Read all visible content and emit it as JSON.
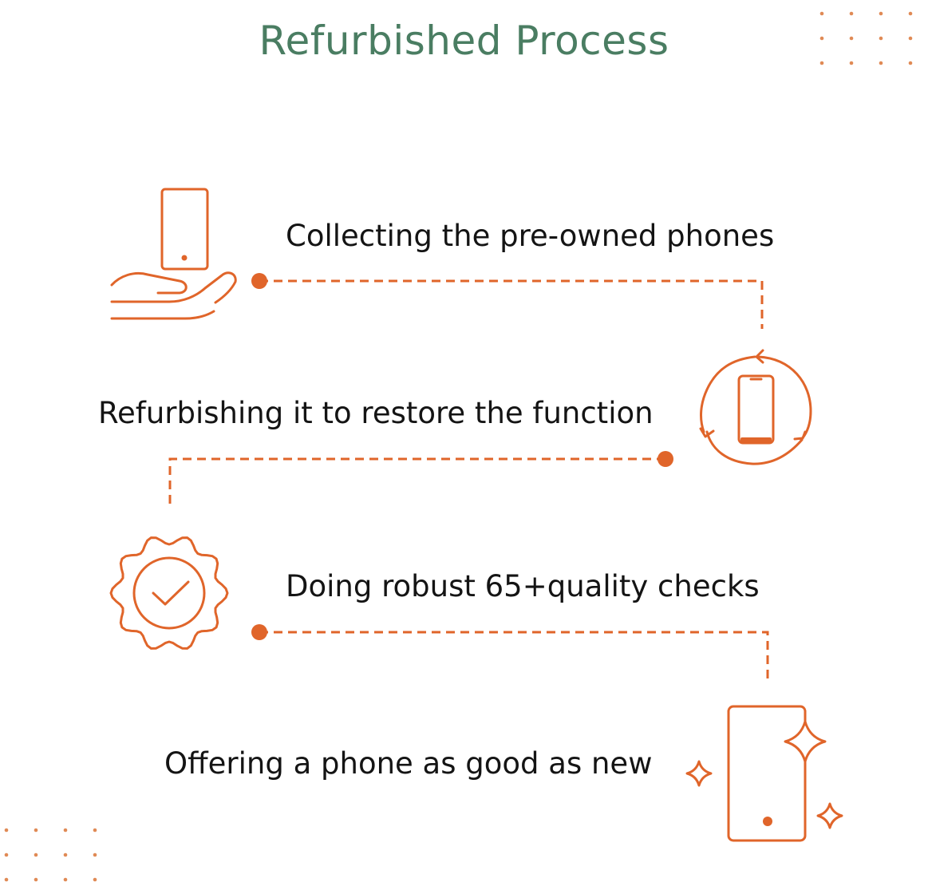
{
  "title": "Refurbished Process",
  "colors": {
    "title": "#4a7d62",
    "accent": "#e0652a",
    "dots": "#e08a55",
    "text": "#141414"
  },
  "steps": [
    {
      "text": "Collecting the pre-owned phones",
      "icon": "hand-holding-phone-icon"
    },
    {
      "text": "Refurbishing it to restore the function",
      "icon": "phone-refresh-cycle-icon"
    },
    {
      "text": "Doing robust 65+quality checks",
      "icon": "quality-check-badge-icon"
    },
    {
      "text": "Offering a phone as good as new",
      "icon": "sparkling-phone-icon"
    }
  ]
}
